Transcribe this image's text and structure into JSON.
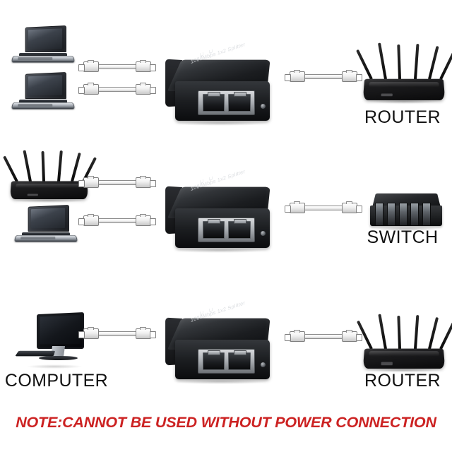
{
  "page": {
    "background": "#ffffff",
    "note": "NOTE:CANNOT BE USED WITHOUT POWER CONNECTION",
    "note_color": "#cc2222"
  },
  "device": {
    "label": "1000Mbps 1x2 Splitter",
    "glyphs": "⑂ ⑂",
    "port_count": 2
  },
  "rows": [
    {
      "id": "row-1",
      "left_devices": [
        {
          "type": "laptop",
          "caption": ""
        },
        {
          "type": "laptop",
          "caption": ""
        }
      ],
      "left_cables": 2,
      "right_cables": 1,
      "right_device": {
        "type": "router",
        "caption": "ROUTER"
      }
    },
    {
      "id": "row-2",
      "left_devices": [
        {
          "type": "router",
          "caption": ""
        },
        {
          "type": "laptop",
          "caption": ""
        }
      ],
      "left_cables": 2,
      "right_cables": 1,
      "right_device": {
        "type": "switch",
        "caption": "SWITCH"
      }
    },
    {
      "id": "row-3",
      "left_devices": [
        {
          "type": "computer",
          "caption": "COMPUTER"
        }
      ],
      "left_cables": 1,
      "right_cables": 1,
      "right_device": {
        "type": "router",
        "caption": "ROUTER"
      }
    }
  ]
}
